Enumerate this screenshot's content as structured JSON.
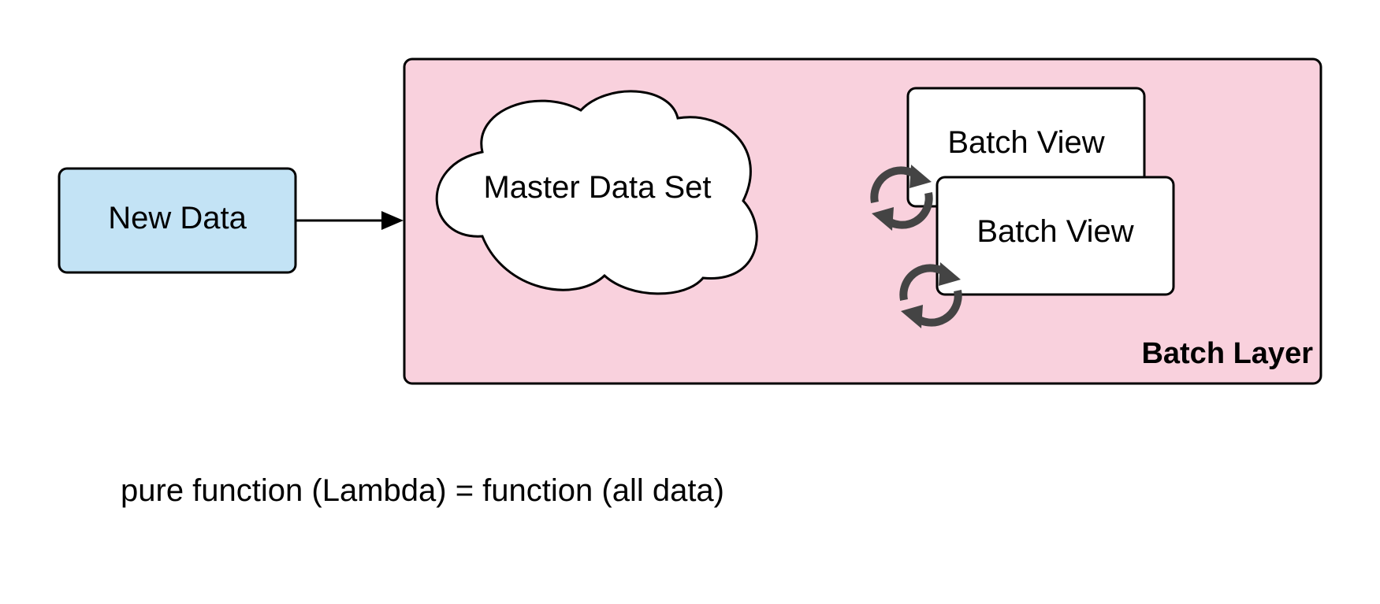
{
  "diagram": {
    "new_data": {
      "label": "New Data",
      "fill": "#c3e3f5"
    },
    "batch_layer": {
      "label": "Batch Layer",
      "fill": "#f9d1dd",
      "master_data_set": {
        "label": "Master Data Set",
        "shape": "cloud"
      },
      "batch_views": [
        {
          "label": "Batch View",
          "icon": "refresh-icon"
        },
        {
          "label": "Batch View",
          "icon": "refresh-icon"
        }
      ]
    },
    "edges": [
      {
        "from": "New Data",
        "to": "Batch Layer",
        "type": "arrow"
      }
    ],
    "icon_color": "#444444",
    "formula": "pure function (Lambda) = function (all data)"
  }
}
